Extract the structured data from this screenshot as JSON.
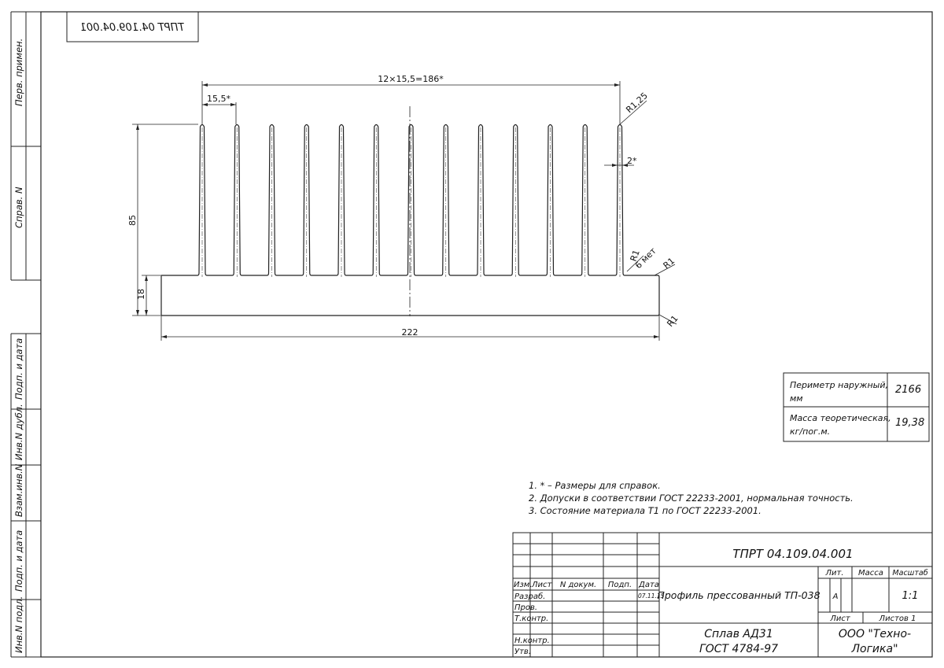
{
  "side_stamp": {
    "perv_primen": "Перв. примен.",
    "sprav_n": "Справ. N",
    "podp_data_1": "Подп. и дата",
    "inv_dubl": "Инв.N дубл.",
    "vzam_inv": "Взам.инв.N",
    "podp_data_2": "Подп. и дата",
    "inv_podl": "Инв.N подл."
  },
  "top_code": "ТПРТ 04.109.04.001",
  "drawing": {
    "dim_total_fins": "12×15,5=186*",
    "dim_pitch": "15,5*",
    "dim_radius_top": "R1,25",
    "dim_fin_thickness": "2*",
    "dim_height": "85",
    "dim_base": "18",
    "dim_width": "222",
    "dim_r1_a": "R1",
    "dim_r1_b": "R1",
    "dim_r1_c": "R1",
    "dim_angle": "6 мет"
  },
  "properties": {
    "perimeter_label": "Периметр наружный, мм",
    "perimeter_value": "2166",
    "mass_label": "Масса теоретическая, кг/пог.м.",
    "mass_value": "19,38"
  },
  "notes": [
    "1. * – Размеры для справок.",
    "2. Допуски в соответствии ГОСТ 22233-2001, нормальная точность.",
    "3. Состояние материала Т1 по ГОСТ 22233-2001."
  ],
  "title_block": {
    "code": "ТПРТ 04.109.04.001",
    "name": "Профиль прессованный ТП-038",
    "material_1": "Сплав АД31",
    "material_2": "ГОСТ 4784-97",
    "company_1": "ООО \"Техно-",
    "company_2": "Логика\"",
    "col_izm": "Изм.",
    "col_list": "Лист",
    "col_ndokum": "N докум.",
    "col_podp": "Подп.",
    "col_data": "Дата",
    "row_razrab": "Разраб.",
    "row_prov": "Пров.",
    "row_tkontr": "Т.контр.",
    "row_nkontr": "Н.контр.",
    "row_utv": "Утв.",
    "date_razrab": "07.11.15",
    "lit_label": "Лит.",
    "massa_label": "Масса",
    "masshtab_label": "Масштаб",
    "lit_value": "А",
    "scale_value": "1:1",
    "sheet_label": "Лист",
    "sheets_label": "Листов 1"
  }
}
